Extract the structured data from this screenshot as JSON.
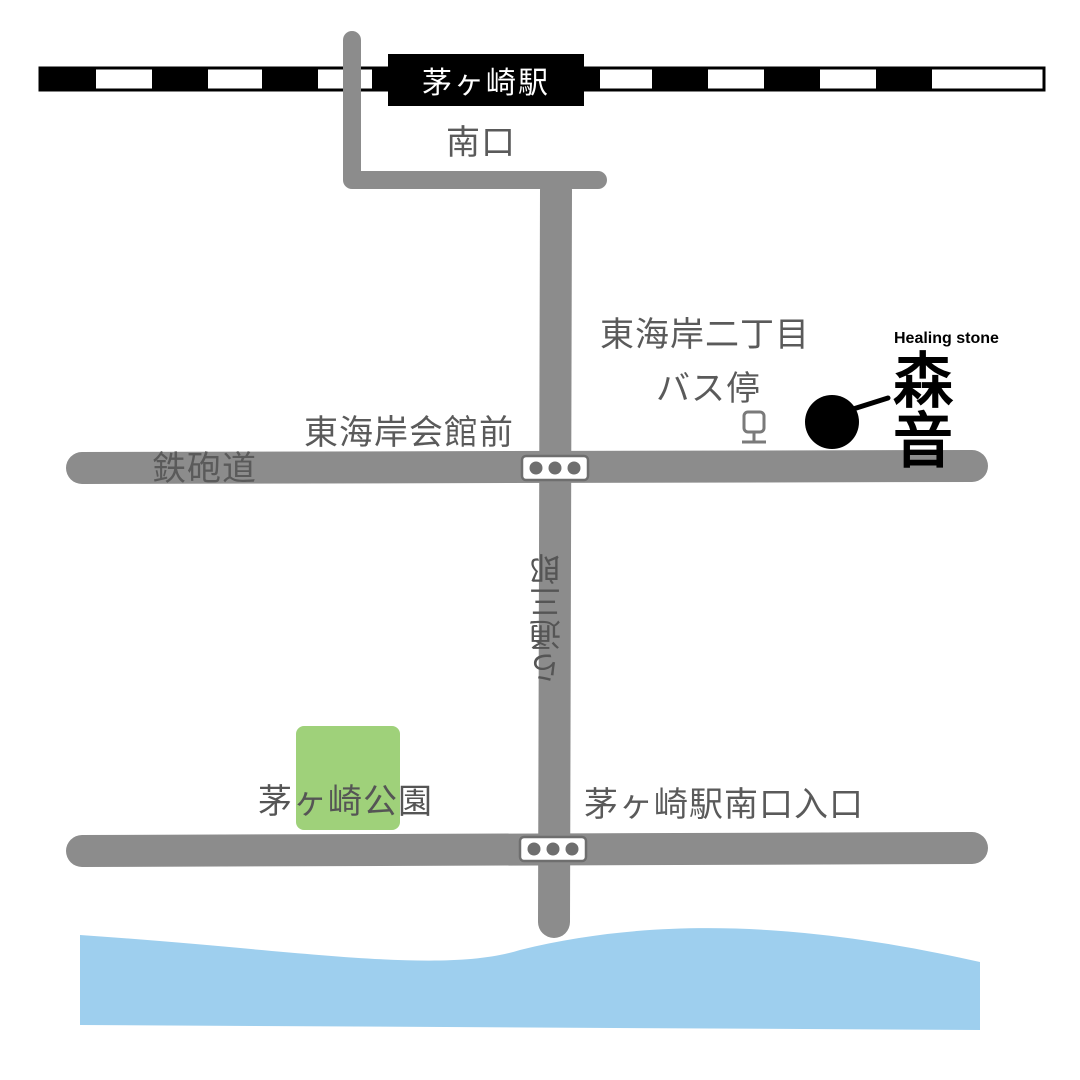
{
  "station": {
    "name": "茅ヶ崎駅",
    "exit": "南口"
  },
  "areas": {
    "east_coast_2": "東海岸二丁目",
    "bus_stop": "バス停",
    "community_hall": "東海岸会館前",
    "teppo_road": "鉄砲道",
    "sankaku_dori": "ら通三郎",
    "park": "茅ヶ崎公園",
    "south_exit_entrance": "茅ヶ崎駅南口入口"
  },
  "destination": {
    "subtitle": "Healing stone",
    "name": "森 音"
  },
  "colors": {
    "road": "#8c8c8c",
    "park": "#9fd17a",
    "sea": "#9ecfee",
    "rail": "#000000",
    "marker": "#000000"
  },
  "icons": {
    "bus_stop": "bus-stop-icon",
    "traffic_light": "traffic-light-icon",
    "destination_marker": "location-dot-icon"
  }
}
